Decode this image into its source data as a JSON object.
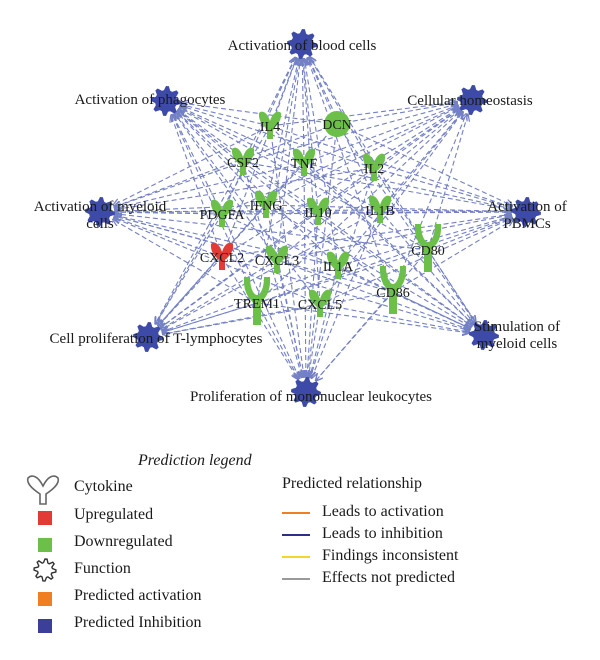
{
  "colors": {
    "function": "#3d4aa8",
    "downregulated": "#6cc04a",
    "upregulated": "#e23b35",
    "edge": "#7380c4",
    "predicted_activation": "#f07f22",
    "predicted_inhibition": "#3c3f9a",
    "leads_to_activation": "#f07f22",
    "leads_to_inhibition": "#2b2f8a",
    "findings_inconsistent": "#f2d72a",
    "effects_not_predicted": "#9a9a9a"
  },
  "functions": [
    {
      "id": "f_blood",
      "label": "Activation of blood cells"
    },
    {
      "id": "f_phago",
      "label": "Activation of phagocytes"
    },
    {
      "id": "f_homeo",
      "label": "Cellular homeostasis"
    },
    {
      "id": "f_myeloid",
      "label_lines": [
        "Activation of myeloid",
        "cells"
      ]
    },
    {
      "id": "f_pbmc",
      "label_lines": [
        "Activation of",
        "PBMCs"
      ]
    },
    {
      "id": "f_tlymph",
      "label": "Cell proliferation of T-lymphocytes"
    },
    {
      "id": "f_stim",
      "label_lines": [
        "Stimulation of",
        "myeloid cells"
      ]
    },
    {
      "id": "f_mono",
      "label": "Proliferation of mononuclear leukocytes"
    }
  ],
  "molecules": [
    {
      "id": "IL4",
      "label": "IL4",
      "state": "downregulated",
      "shape": "cytokine"
    },
    {
      "id": "DCN",
      "label": "DCN",
      "state": "downregulated",
      "shape": "circle"
    },
    {
      "id": "CSF2",
      "label": "CSF2",
      "state": "downregulated",
      "shape": "cytokine"
    },
    {
      "id": "TNF",
      "label": "TNF",
      "state": "downregulated",
      "shape": "cytokine"
    },
    {
      "id": "IL2",
      "label": "IL2",
      "state": "downregulated",
      "shape": "cytokine"
    },
    {
      "id": "PDGFA",
      "label": "PDGFA",
      "state": "downregulated",
      "shape": "cytokine"
    },
    {
      "id": "IFNG",
      "label": "IFNG",
      "state": "downregulated",
      "shape": "cytokine"
    },
    {
      "id": "IL10",
      "label": "IL10",
      "state": "downregulated",
      "shape": "cytokine"
    },
    {
      "id": "IL1B",
      "label": "IL1B",
      "state": "downregulated",
      "shape": "cytokine"
    },
    {
      "id": "CD80",
      "label": "CD80",
      "state": "downregulated",
      "shape": "receptor"
    },
    {
      "id": "CXCL2",
      "label": "CXCL2",
      "state": "upregulated",
      "shape": "cytokine"
    },
    {
      "id": "CXCL3",
      "label": "CXCL3",
      "state": "downregulated",
      "shape": "cytokine"
    },
    {
      "id": "IL1A",
      "label": "IL1A",
      "state": "downregulated",
      "shape": "cytokine"
    },
    {
      "id": "TREM1",
      "label": "TREM1",
      "state": "downregulated",
      "shape": "receptor"
    },
    {
      "id": "CXCL5",
      "label": "CXCL5",
      "state": "downregulated",
      "shape": "cytokine"
    },
    {
      "id": "CD86",
      "label": "CD86",
      "state": "downregulated",
      "shape": "receptor"
    }
  ],
  "prediction_legend": {
    "title": "Prediction legend",
    "items": [
      {
        "label": "Cytokine",
        "icon": "cytokine-icon"
      },
      {
        "label": "Upregulated",
        "icon": "red-square-icon"
      },
      {
        "label": "Downregulated",
        "icon": "green-square-icon"
      },
      {
        "label": "Function",
        "icon": "gear-outline-icon"
      },
      {
        "label": "Predicted activation",
        "icon": "orange-square-icon"
      },
      {
        "label": "Predicted Inhibition",
        "icon": "blue-square-icon"
      }
    ]
  },
  "relationship_legend": {
    "title": "Predicted relationship",
    "items": [
      {
        "label": "Leads to activation",
        "color": "#f07f22"
      },
      {
        "label": "Leads to inhibition",
        "color": "#2b2f8a"
      },
      {
        "label": "Findings inconsistent",
        "color": "#f2d72a"
      },
      {
        "label": "Effects not predicted",
        "color": "#9a9a9a"
      }
    ]
  }
}
